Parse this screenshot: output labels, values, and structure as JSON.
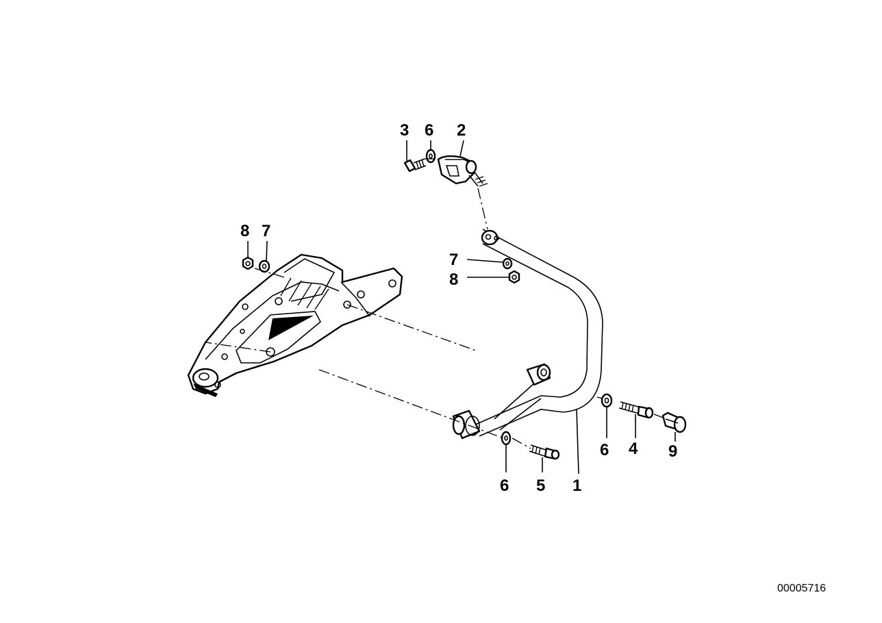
{
  "callouts": {
    "c3_top": "3",
    "c6_top": "6",
    "c2_top": "2",
    "c8_left": "8",
    "c7_left": "7",
    "c7_mid": "7",
    "c8_mid": "8",
    "c6_right": "6",
    "c4_right": "4",
    "c9_right": "9",
    "c6_bottom": "6",
    "c5_bottom": "5",
    "c1_bottom": "1"
  },
  "diagram_number": "00005716"
}
